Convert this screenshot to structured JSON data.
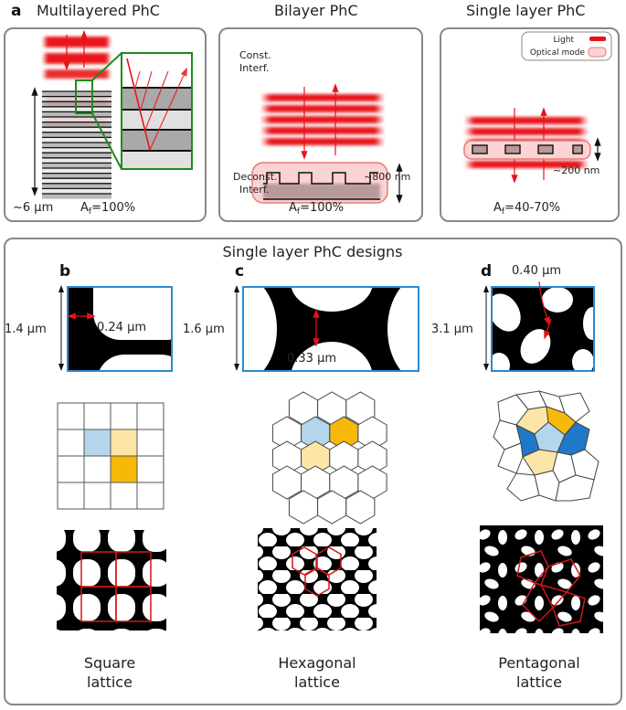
{
  "panel_a": {
    "label": "a",
    "multilayer": {
      "title": "Multilayered PhC",
      "thickness": "~6 µm",
      "fill_factor": "A",
      "fill_sub": "f",
      "fill_value": "=100%"
    },
    "bilayer": {
      "title": "Bilayer PhC",
      "const": "Const.",
      "const2": "Interf.",
      "deconst": "Deconst.",
      "deconst2": "Interf.",
      "thickness": "~800 nm",
      "fill_factor": "A",
      "fill_sub": "f",
      "fill_value": "=100%"
    },
    "single": {
      "title": "Single layer PhC",
      "thickness": "~200 nm",
      "fill_factor": "A",
      "fill_sub": "f",
      "fill_value": "=40-70%",
      "legend": {
        "light": "Light",
        "mode": "Optical mode"
      }
    }
  },
  "designs": {
    "title": "Single layer PhC designs",
    "b": {
      "label": "b",
      "size": "1.4 µm",
      "width": "0.24 µm",
      "name1": "Square",
      "name2": "lattice"
    },
    "c": {
      "label": "c",
      "size": "1.6 µm",
      "width": "0.33 µm",
      "name1": "Hexagonal",
      "name2": "lattice"
    },
    "d": {
      "label": "d",
      "size": "3.1 µm",
      "width": "0.40 µm",
      "name1": "Pentagonal",
      "name2": "lattice"
    }
  },
  "colors": {
    "light": "#e8141a",
    "inset_frame": "#1e8a1e",
    "sem_frame": "#2a8ad4",
    "cell_blue": "#b4d6ec",
    "cell_yellow": "#fbe6a8",
    "cell_orange": "#f6b90a",
    "cell_darkblue": "#1f78c8"
  }
}
